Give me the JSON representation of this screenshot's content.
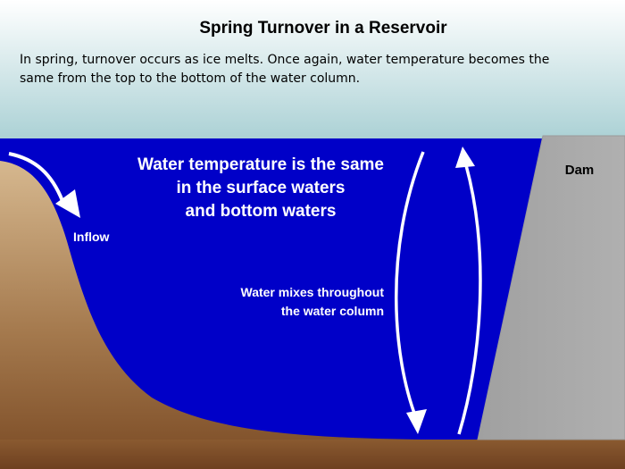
{
  "title": "Spring Turnover in a Reservoir",
  "description": {
    "line1": "In spring, turnover occurs as ice melts. Once again, water temperature becomes the",
    "line2": "same from the top to the bottom of the water column."
  },
  "labels": {
    "main": {
      "line1": "Water temperature is the same",
      "line2": "in the surface waters",
      "line3": "and bottom waters"
    },
    "inflow": "Inflow",
    "mixing": {
      "line1": "Water mixes throughout",
      "line2": "the water column"
    },
    "dam": "Dam"
  },
  "colors": {
    "sky_top": "#ffffff",
    "sky_bottom": "#a9d0d4",
    "water": "#0000c8",
    "bank_light": "#d2b48c",
    "bank_dark": "#7a4a24",
    "dam": "#a6a6a6",
    "arrows": "#ffffff"
  },
  "icons": [
    "inflow-arrow-icon",
    "mixing-down-arrow-icon",
    "mixing-up-arrow-icon"
  ]
}
